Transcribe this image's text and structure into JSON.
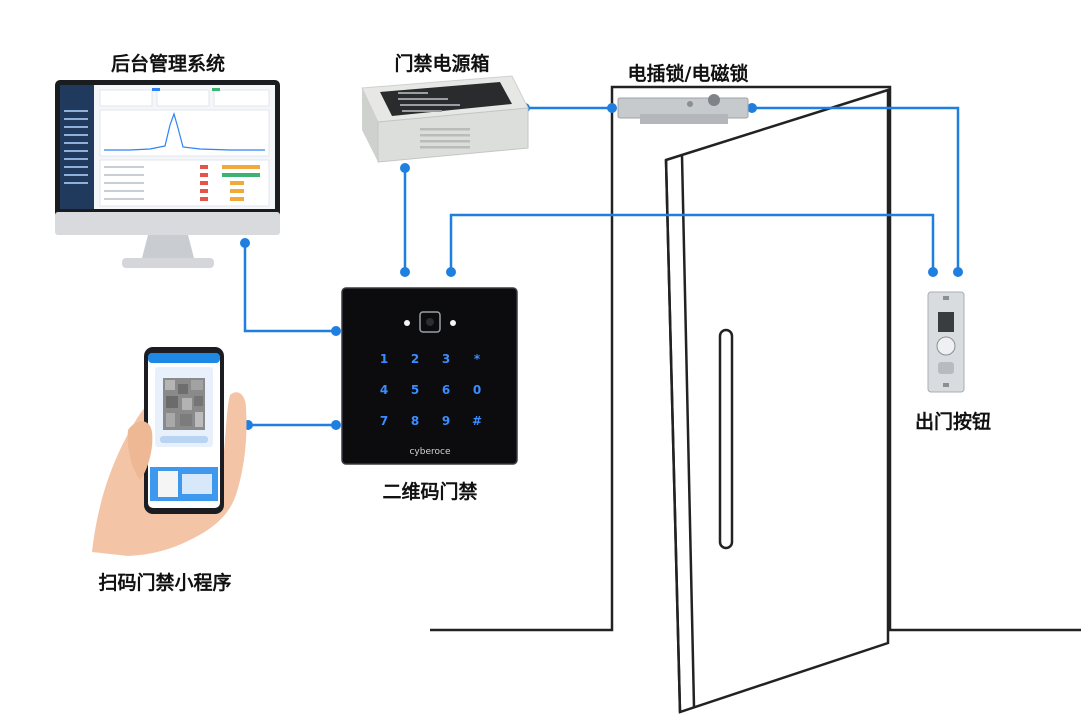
{
  "labels": {
    "admin_system": "后台管理系统",
    "power_box": "门禁电源箱",
    "lock": "电插锁/电磁锁",
    "exit_button": "出门按钮",
    "qr_reader": "二维码门禁",
    "mini_program": "扫码门禁小程序"
  },
  "device": {
    "brand": "cyberoce",
    "keys": [
      "1",
      "2",
      "3",
      "*",
      "4",
      "5",
      "6",
      "0",
      "7",
      "8",
      "9",
      "#"
    ]
  },
  "colors": {
    "wire": "#1e7fe0",
    "keypad_glow": "#3b8dff",
    "panel": "#0c0c0e",
    "door_line": "#222222"
  }
}
